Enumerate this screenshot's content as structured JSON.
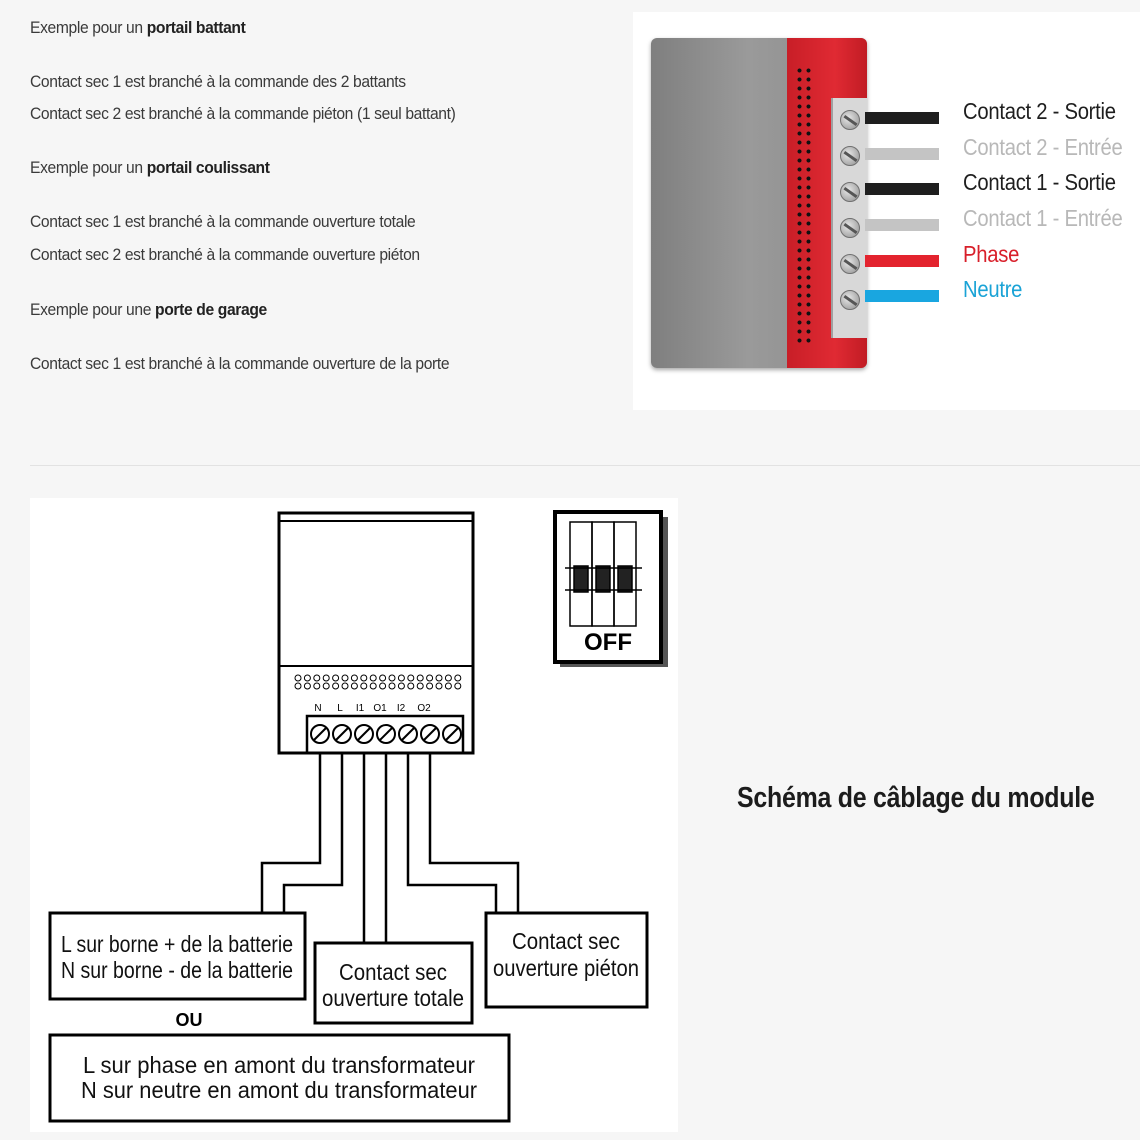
{
  "instructions": {
    "battant": {
      "prefix": "Exemple pour un ",
      "bold": "portail battant"
    },
    "battant_line1": "Contact sec 1 est branché à la commande des 2 battants",
    "battant_line2": "Contact sec 2 est branché à la commande piéton (1 seul battant)",
    "coulissant": {
      "prefix": "Exemple pour un ",
      "bold": "portail coulissant"
    },
    "coulissant_line1": "Contact sec 1 est branché à la commande ouverture totale",
    "coulissant_line2": "Contact sec 2 est branché à la commande ouverture piéton",
    "garage": {
      "prefix": "Exemple pour une ",
      "bold": "porte de garage"
    },
    "garage_line1": "Contact sec 1 est branché à la commande ouverture de la porte"
  },
  "photo": {
    "wires": [
      {
        "label": "Contact 2 - Sortie",
        "wire_color": "#1e1e1e",
        "text_color": "#1e1e1e"
      },
      {
        "label": "Contact 2 - Entrée",
        "wire_color": "#c4c4c4",
        "text_color": "#b8b8b8"
      },
      {
        "label": "Contact 1 - Sortie",
        "wire_color": "#1e1e1e",
        "text_color": "#1e1e1e"
      },
      {
        "label": "Contact 1 - Entrée",
        "wire_color": "#c4c4c4",
        "text_color": "#b8b8b8"
      },
      {
        "label": "Phase",
        "wire_color": "#e3232e",
        "text_color": "#d81f2a"
      },
      {
        "label": "Neutre",
        "wire_color": "#19a6e0",
        "text_color": "#1aa3d6"
      }
    ]
  },
  "schematic": {
    "terminals": [
      "N",
      "L",
      "I1",
      "O1",
      "I2",
      "O2"
    ],
    "breaker_label": "OFF",
    "box_battery_line1": "L sur borne + de la batterie",
    "box_battery_line2": "N sur borne - de la batterie",
    "box_total_line1": "Contact sec",
    "box_total_line2": "ouverture totale",
    "box_pieton_line1": "Contact sec",
    "box_pieton_line2": "ouverture piéton",
    "or_label": "OU",
    "box_phase_line1": "L sur phase en amont du transformateur",
    "box_phase_line2": "N sur neutre en amont du transformateur"
  },
  "caption": "Schéma de câblage du module",
  "colors": {
    "module_red": "#e02a33",
    "module_grey": "#8f8f8f"
  }
}
